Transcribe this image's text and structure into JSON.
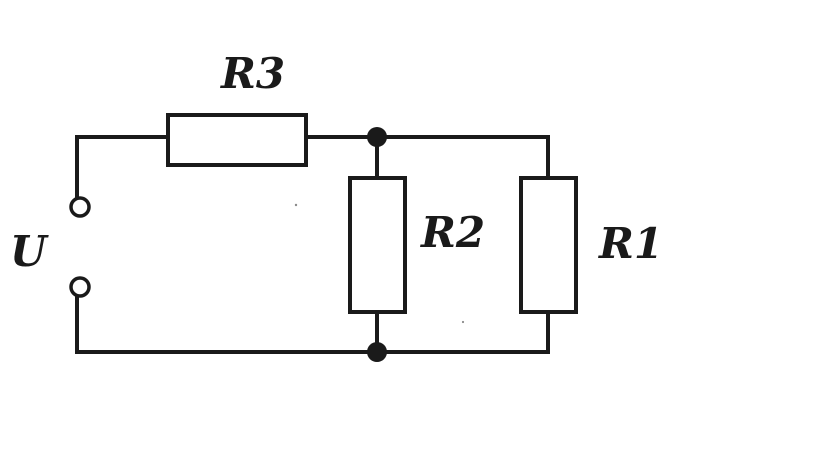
{
  "diagram": {
    "labels": {
      "r3": "R3",
      "r2": "R2",
      "r1": "R1",
      "u": "U"
    }
  }
}
